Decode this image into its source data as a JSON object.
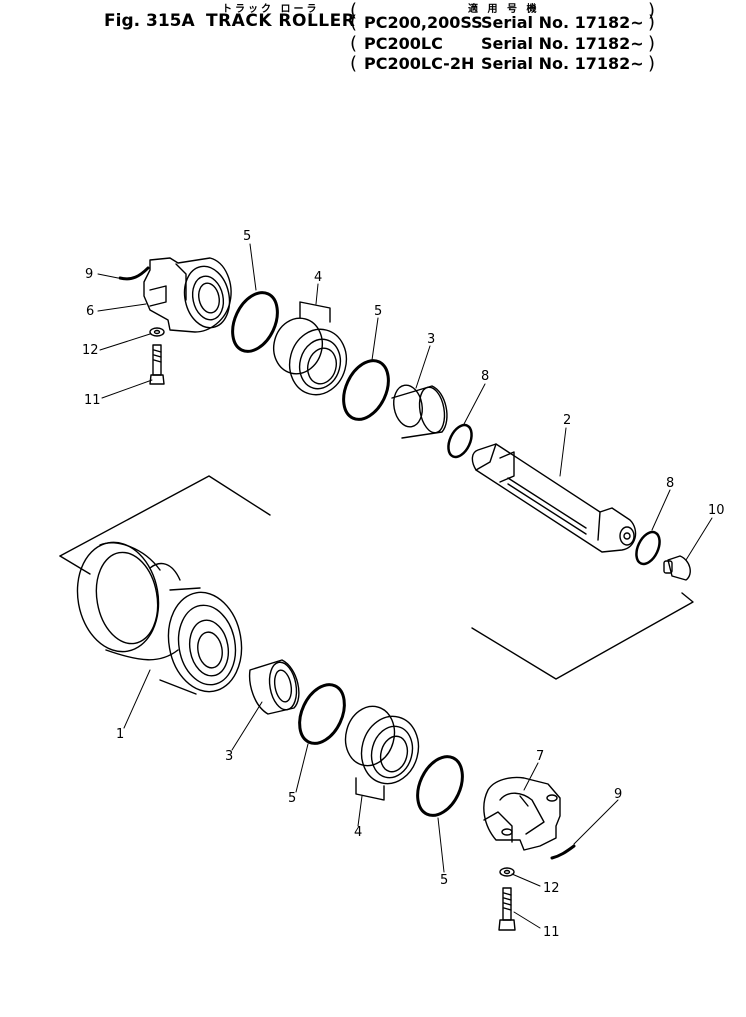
{
  "header": {
    "fig_label": "Fig. 315A",
    "title": "TRACK ROLLER",
    "title_kana": "トラック ローラ",
    "applicability_kana": "適 用 号 機",
    "applicability": [
      {
        "model": "PC200,200SS",
        "serial": "Serial No. 17182~"
      },
      {
        "model": "PC200LC",
        "serial": "Serial No. 17182~"
      },
      {
        "model": "PC200LC-2H",
        "serial": "Serial No. 17182~"
      }
    ]
  },
  "callouts": [
    {
      "id": "c5a",
      "text": "5"
    },
    {
      "id": "c4a",
      "text": "4"
    },
    {
      "id": "c9a",
      "text": "9"
    },
    {
      "id": "c6",
      "text": "6"
    },
    {
      "id": "c12a",
      "text": "12"
    },
    {
      "id": "c11a",
      "text": "11"
    },
    {
      "id": "c5b",
      "text": "5"
    },
    {
      "id": "c3a",
      "text": "3"
    },
    {
      "id": "c8a",
      "text": "8"
    },
    {
      "id": "c2",
      "text": "2"
    },
    {
      "id": "c8b",
      "text": "8"
    },
    {
      "id": "c10",
      "text": "10"
    },
    {
      "id": "c1",
      "text": "1"
    },
    {
      "id": "c3b",
      "text": "3"
    },
    {
      "id": "c5c",
      "text": "5"
    },
    {
      "id": "c4b",
      "text": "4"
    },
    {
      "id": "c5d",
      "text": "5"
    },
    {
      "id": "c7",
      "text": "7"
    },
    {
      "id": "c9b",
      "text": "9"
    },
    {
      "id": "c12b",
      "text": "12"
    },
    {
      "id": "c11b",
      "text": "11"
    }
  ]
}
